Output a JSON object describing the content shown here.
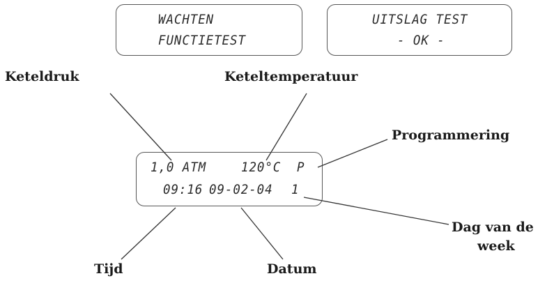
{
  "screens": {
    "waiting": {
      "line1": "WACHTEN",
      "line2": "FUNCTIETEST"
    },
    "result": {
      "line1": "UITSLAG TEST",
      "line2": "- OK -"
    }
  },
  "main_display": {
    "pressure": "1,0 ATM",
    "temperature": "120°C",
    "program_flag": "P",
    "time": "09:16",
    "date": "09-02-04",
    "weekday": "1"
  },
  "labels": {
    "pressure": "Keteldruk",
    "temperature": "Keteltemperatuur",
    "programming": "Programmering",
    "weekday_line1": "Dag van de",
    "weekday_line2": "week",
    "time": "Tijd",
    "date": "Datum"
  }
}
